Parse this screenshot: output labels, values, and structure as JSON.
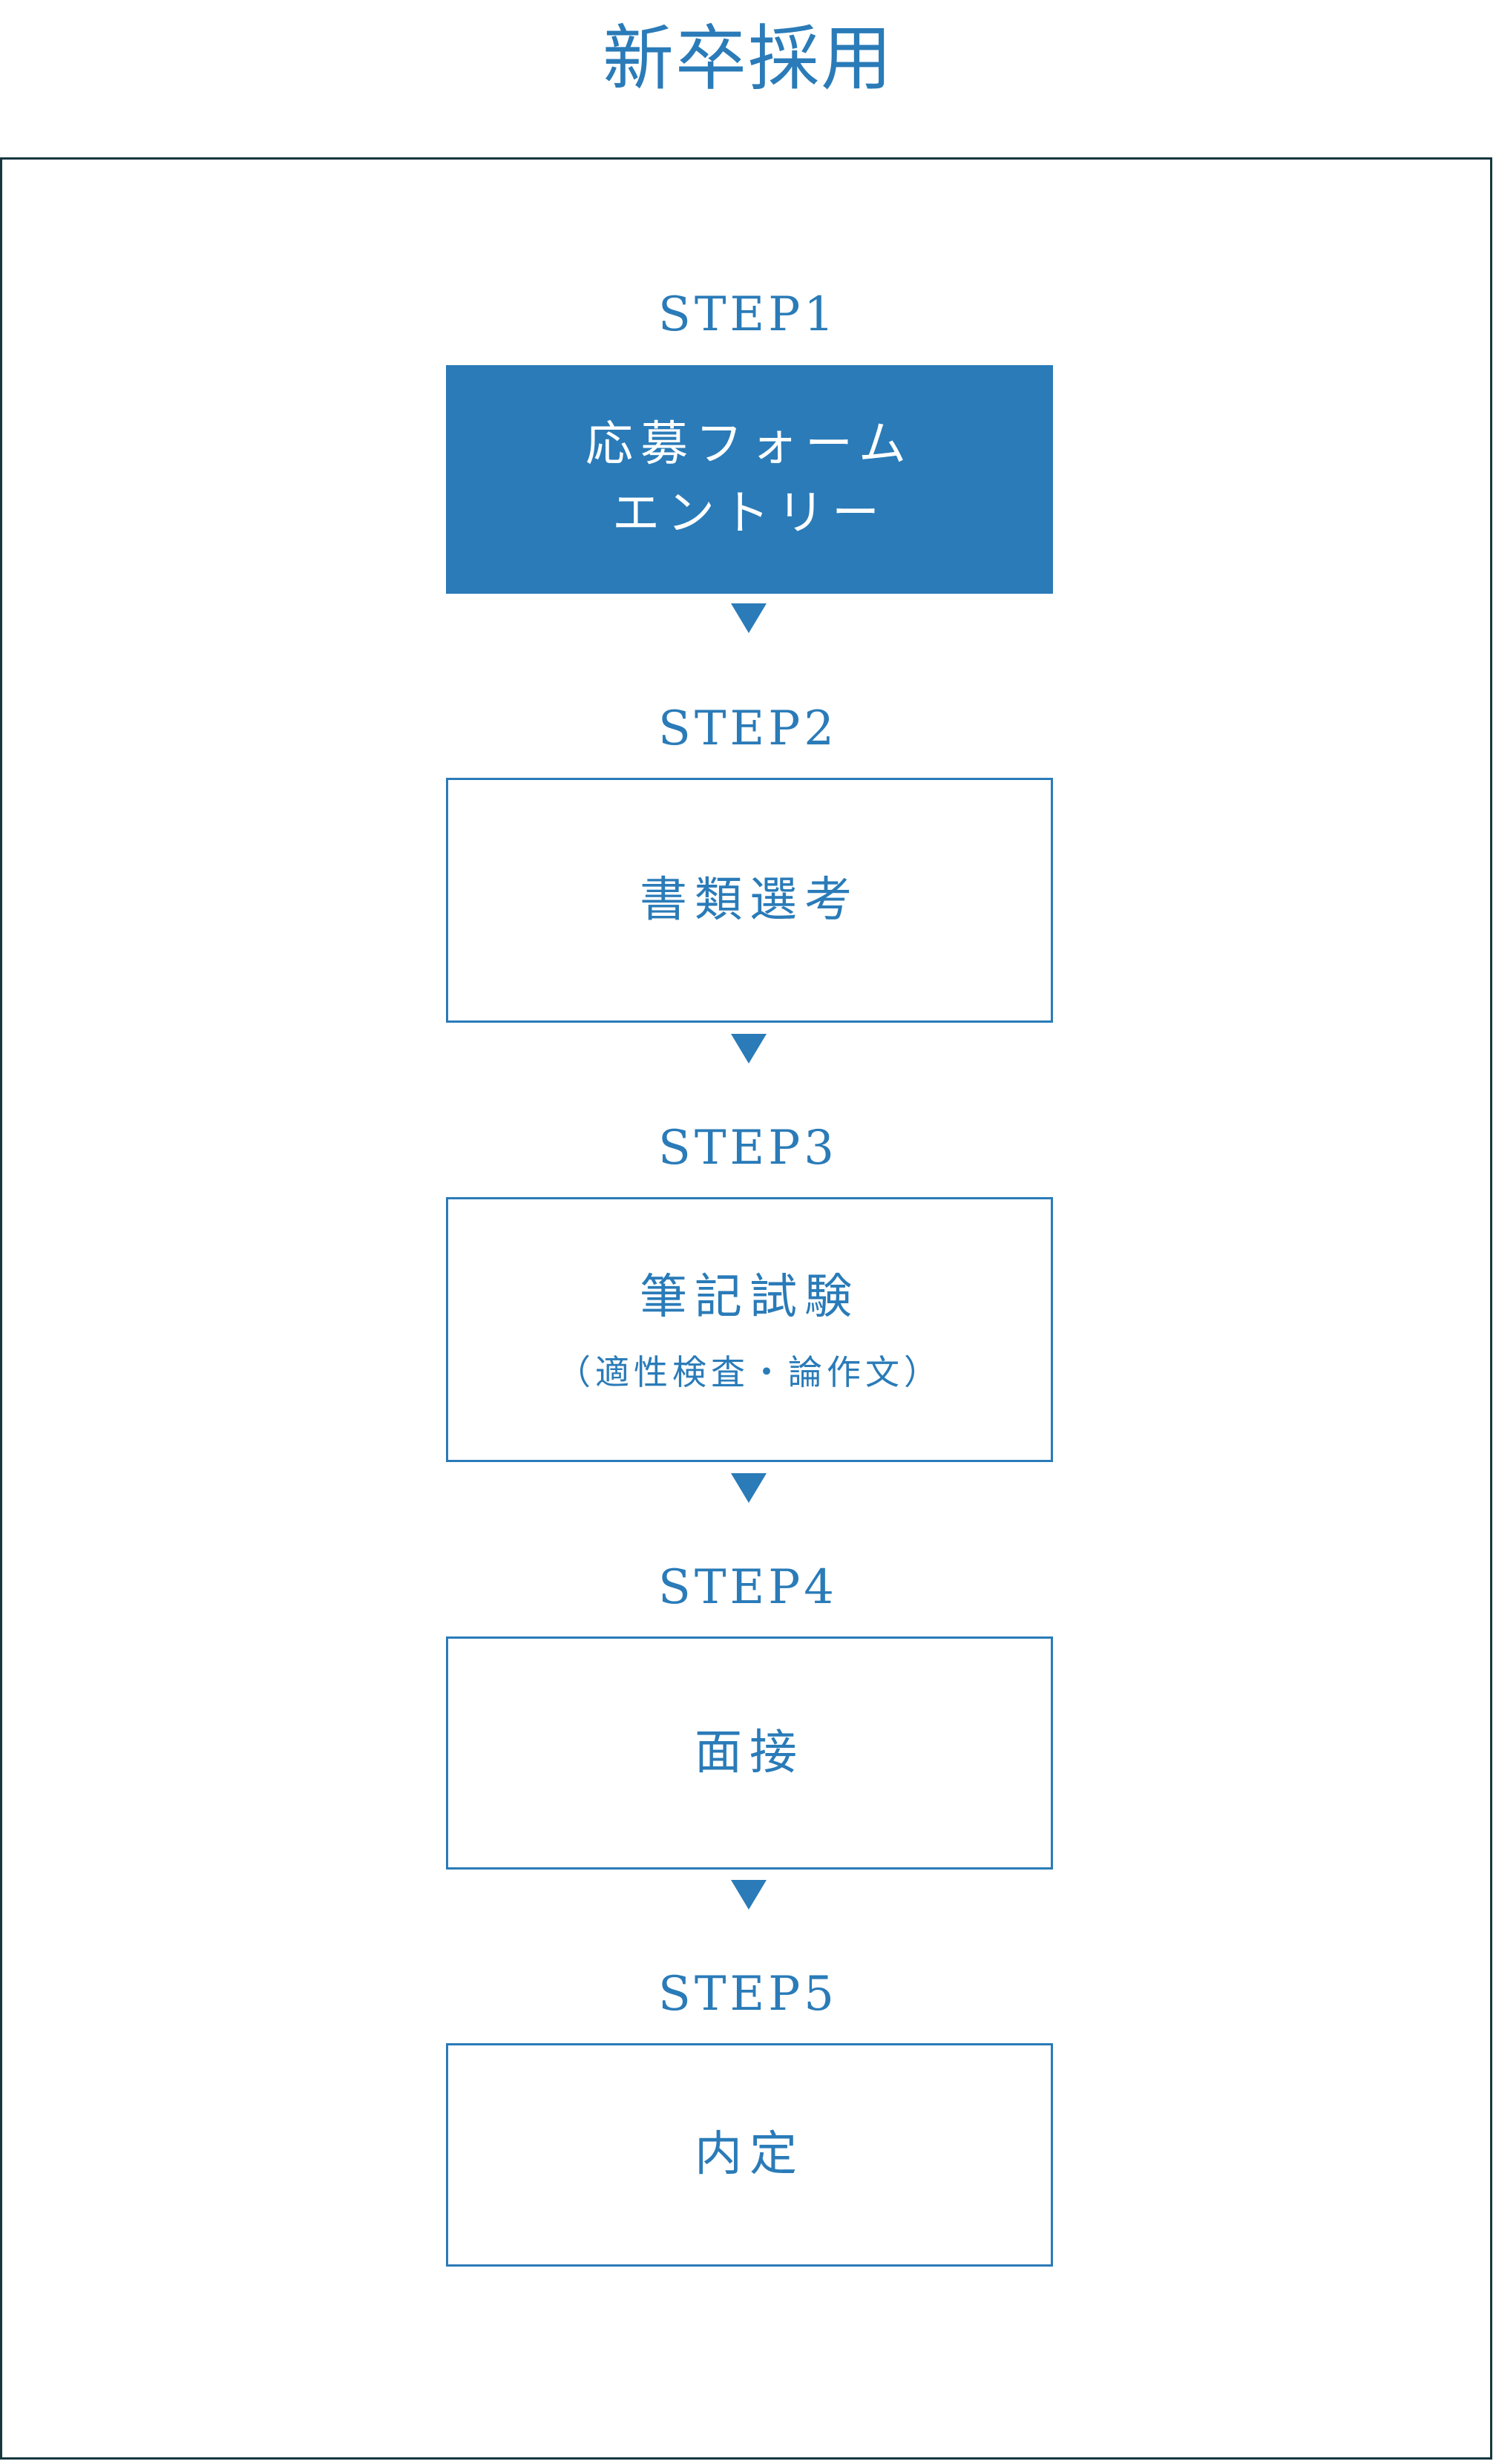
{
  "title": "新卒採用",
  "steps": [
    {
      "label": "STEP1",
      "lines": [
        "応募フォーム",
        "エントリー"
      ],
      "sub": ""
    },
    {
      "label": "STEP2",
      "lines": [
        "書類選考"
      ],
      "sub": ""
    },
    {
      "label": "STEP3",
      "lines": [
        "筆記試験"
      ],
      "sub": "（適性検査・論作文）"
    },
    {
      "label": "STEP4",
      "lines": [
        "面接"
      ],
      "sub": ""
    },
    {
      "label": "STEP5",
      "lines": [
        "内定"
      ],
      "sub": ""
    }
  ],
  "colors": {
    "accent": "#2a7bb8",
    "frame": "#15373f",
    "background": "#ffffff"
  },
  "icons": {
    "connector": "triangle-down-icon"
  }
}
